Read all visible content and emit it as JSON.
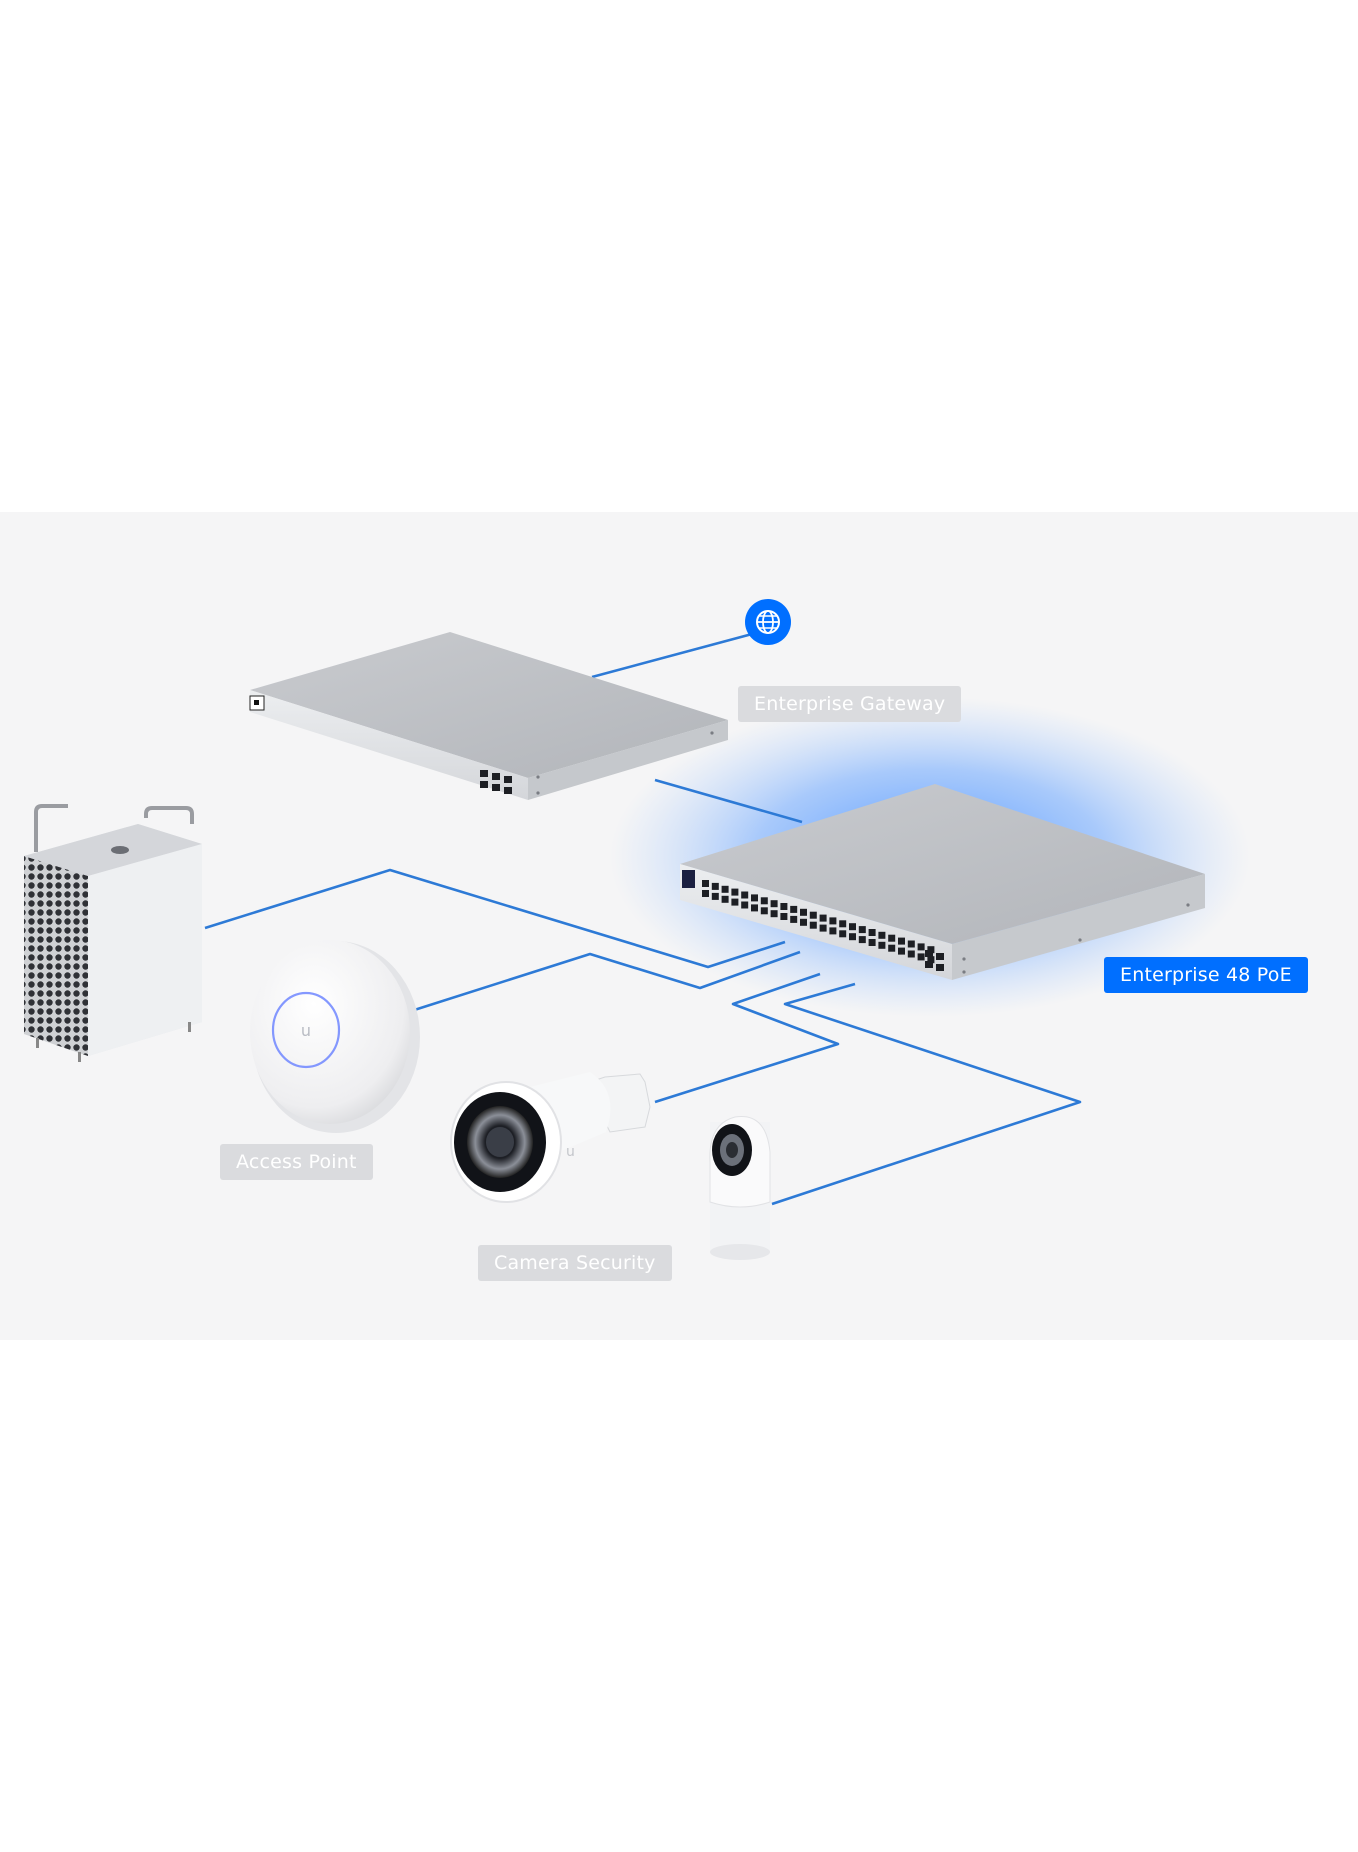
{
  "diagram": {
    "labels": {
      "gateway": "Enterprise Gateway",
      "switch": "Enterprise 48 PoE",
      "access_point": "Access Point",
      "camera": "Camera Security"
    },
    "nodes": [
      {
        "id": "internet",
        "icon": "globe-icon"
      },
      {
        "id": "gateway",
        "label_key": "gateway"
      },
      {
        "id": "switch",
        "label_key": "switch"
      },
      {
        "id": "server",
        "icon": "server-tower"
      },
      {
        "id": "access_point",
        "label_key": "access_point"
      },
      {
        "id": "bullet_camera",
        "label_key": "camera"
      },
      {
        "id": "flex_camera"
      }
    ],
    "edges": [
      [
        "internet",
        "gateway"
      ],
      [
        "gateway",
        "switch"
      ],
      [
        "server",
        "switch"
      ],
      [
        "access_point",
        "switch"
      ],
      [
        "bullet_camera",
        "switch"
      ],
      [
        "flex_camera",
        "switch"
      ]
    ],
    "colors": {
      "link": "#2d7ad6",
      "accent": "#006fff",
      "label_grey": "#dadbde",
      "panel_bg": "#f5f5f6",
      "glow": "#4d94ff"
    }
  }
}
